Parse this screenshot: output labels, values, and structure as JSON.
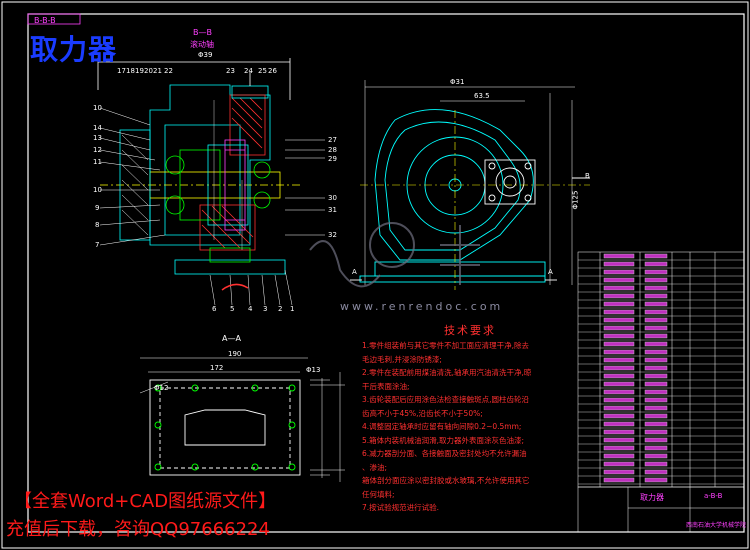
{
  "title": "取力器",
  "corner_label": "B-B-B",
  "section_bb": {
    "label": "B—B",
    "sublabel": "滚动轴",
    "width_dim": "Φ39"
  },
  "section_aa": {
    "label": "A—A",
    "dims": [
      "190",
      "172",
      "Φ12",
      "Φ13"
    ]
  },
  "side_view": {
    "dims": [
      "Φ31",
      "63.5",
      "Φ125"
    ],
    "labels": [
      "B",
      "A",
      "A"
    ]
  },
  "part_numbers_left": [
    "10",
    "14",
    "13",
    "12",
    "11",
    "10",
    "9",
    "8",
    "7"
  ],
  "part_numbers_top": [
    "17",
    "18",
    "19",
    "20",
    "21",
    "22",
    "23",
    "24",
    "25",
    "26"
  ],
  "part_numbers_right": [
    "27",
    "28",
    "29",
    "30",
    "31",
    "32"
  ],
  "part_numbers_bottom": [
    "6",
    "5",
    "4",
    "3",
    "2",
    "1"
  ],
  "tech_requirements": {
    "heading": "技术要求",
    "lines": [
      "1.零件组装前与其它零件不加工面应清理干净,除去",
      "  毛边毛刺,并浸涂防锈漆;",
      "2.零件在装配前用煤油清洗,轴承用汽油清洗干净,晾",
      "  干后表面涂油;",
      "3.齿轮装配后应用涂色法检查接触斑点,圆柱齿轮沿",
      "  齿高不小于45%,沿齿长不小于50%;",
      "4.调整固定轴承时应留有轴向间隙0.2~0.5mm;",
      "5.箱体内装机械油润滑,取力器外表面涂灰色油漆;",
      "6.减力器剖分面、各接触面及密封处均不允许漏油",
      "  、渗油;",
      "  箱体剖分面应涂以密封胶或水玻璃,不允许使用其它",
      "  任何填料;",
      "7.按试验规范进行试验."
    ]
  },
  "title_block": {
    "name": "取力器",
    "code": "a-B-B",
    "school": "西南石油大学机械学院"
  },
  "watermark": "www.renrendoc.com",
  "promo": {
    "line1": "【全套Word+CAD图纸源文件】",
    "line2": "充值后下载，咨询QQ97666224"
  },
  "colors": {
    "frame": "#ffffff",
    "cyan": "#00ffff",
    "green": "#00ff00",
    "magenta": "#ff40ff",
    "red": "#ff2020",
    "blue": "#2040ff",
    "yellow": "#ffff00"
  }
}
